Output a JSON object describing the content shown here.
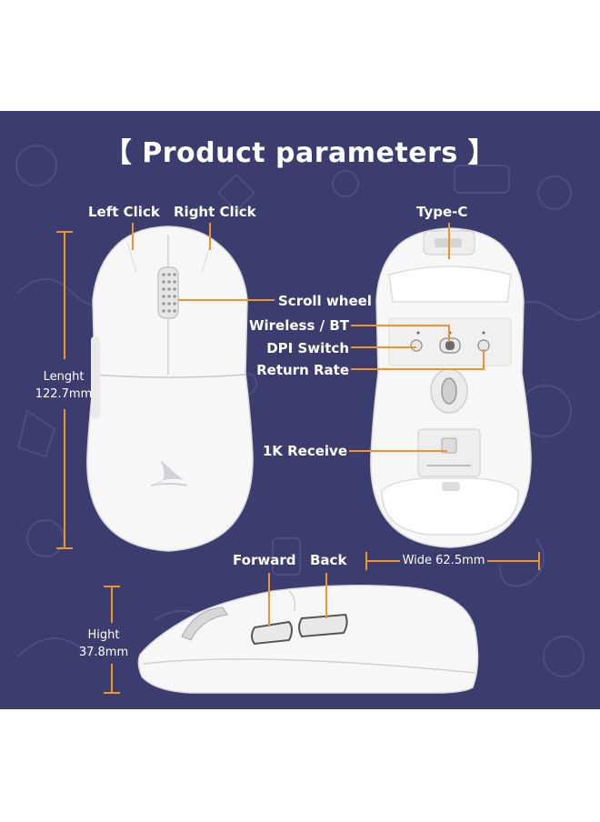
{
  "title": "【 Product parameters 】",
  "labels": {
    "left_click": "Left Click",
    "right_click": "Right Click",
    "type_c": "Type-C",
    "scroll_wheel": "Scroll wheel",
    "wireless_bt": "Wireless / BT",
    "dpi_switch": "DPI Switch",
    "return_rate": "Return Rate",
    "receive_1k": "1K Receive",
    "forward": "Forward",
    "back": "Back"
  },
  "dimensions": {
    "length_label": "Lenght",
    "length_value": "122.7mm",
    "width_text": "Wide 62.5mm",
    "height_label": "Hight",
    "height_value": "37.8mm"
  },
  "colors": {
    "background": "#3a3d6e",
    "accent": "#f0932b",
    "mouse": "#f7f7f7"
  }
}
